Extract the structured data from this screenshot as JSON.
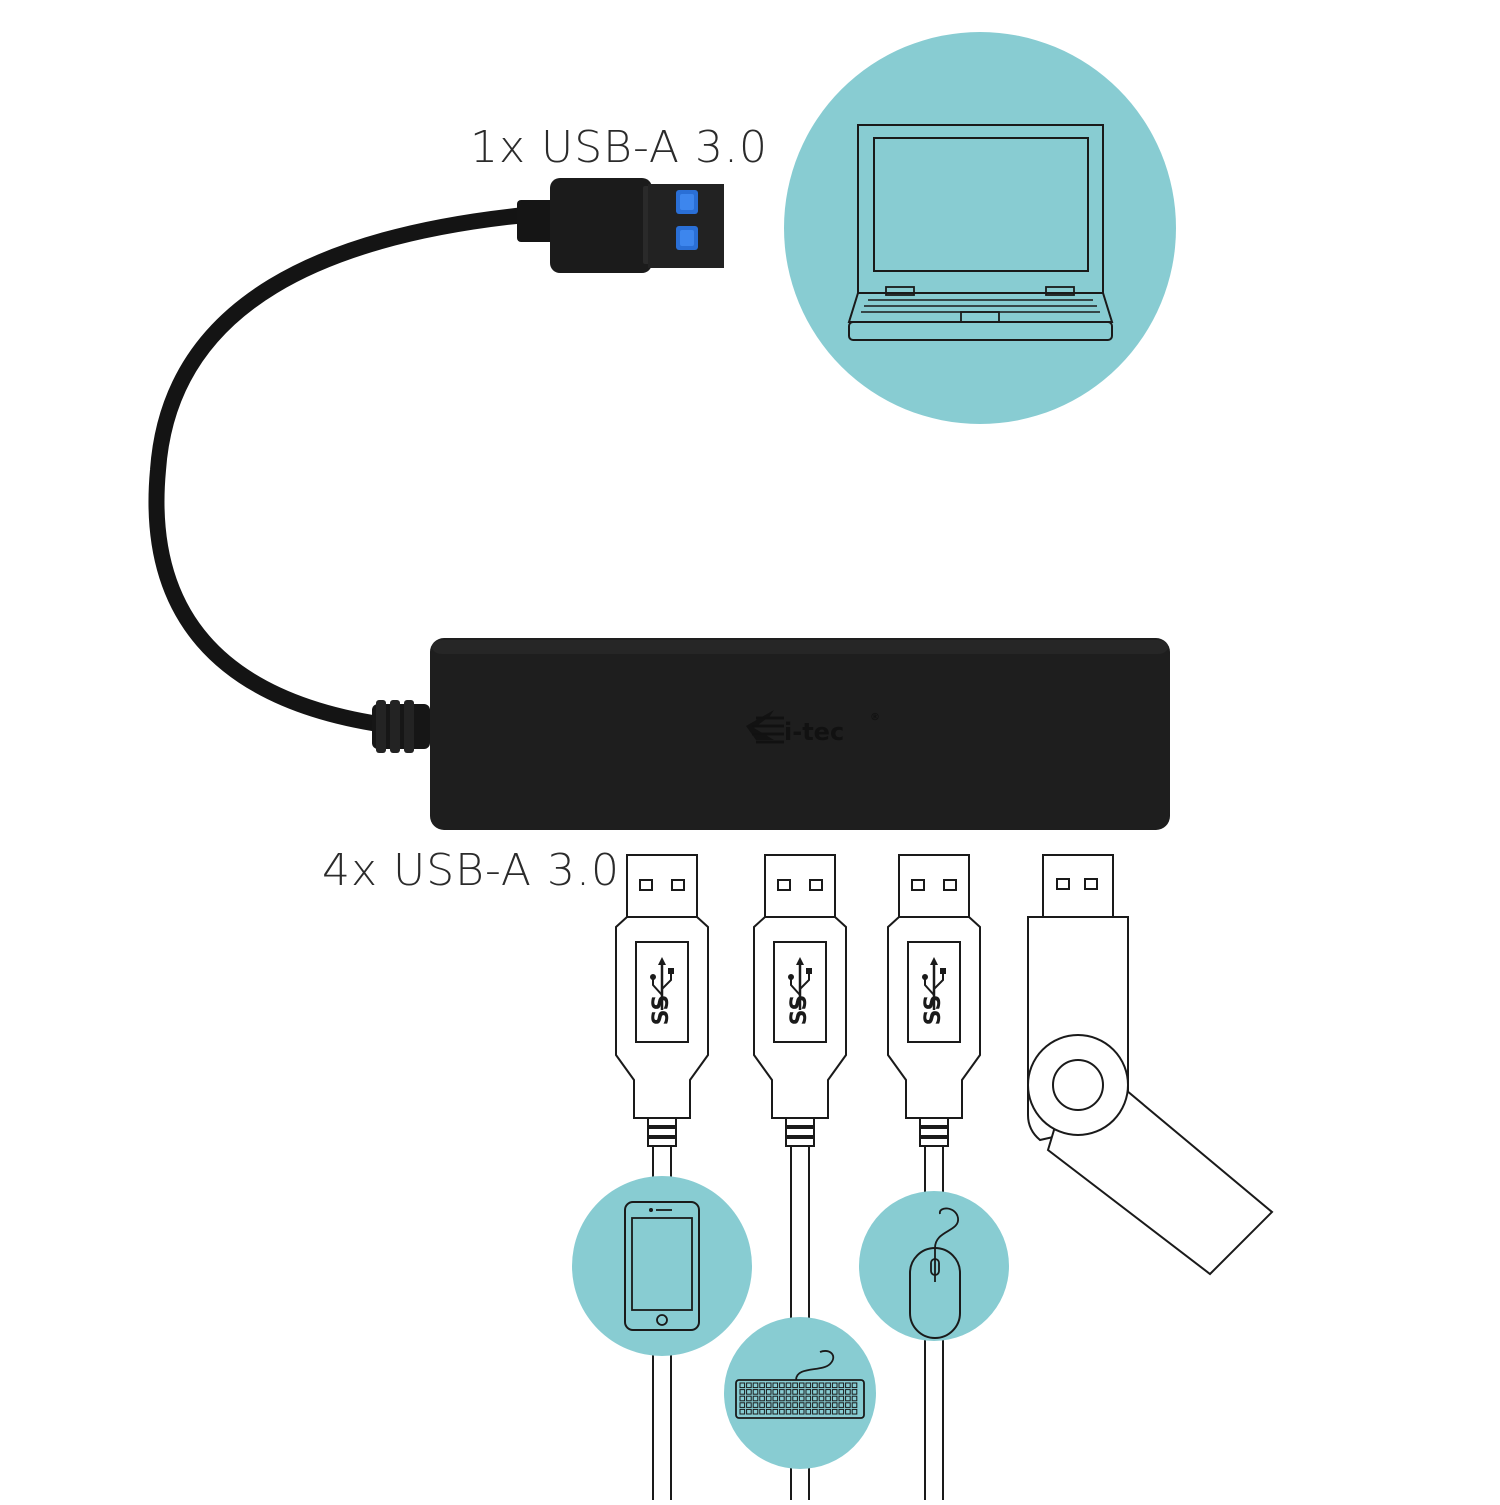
{
  "labels": {
    "upstream_port": "1x USB-A 3.0",
    "downstream_ports": "4x USB-A 3.0"
  },
  "brand": {
    "logo_text": "i-tec",
    "registered_mark": "®"
  },
  "usb_logo": {
    "text": "SS"
  },
  "colors": {
    "accent_circle": "#88ccd2",
    "hub_body": "#1e1e1e",
    "cable": "#141414",
    "usb_blue": "#2a6fd6",
    "line_art": "#1a1a1a"
  },
  "devices": [
    {
      "name": "laptop-icon"
    },
    {
      "name": "smartphone-icon"
    },
    {
      "name": "keyboard-icon"
    },
    {
      "name": "mouse-icon"
    },
    {
      "name": "flash-drive-icon"
    }
  ]
}
